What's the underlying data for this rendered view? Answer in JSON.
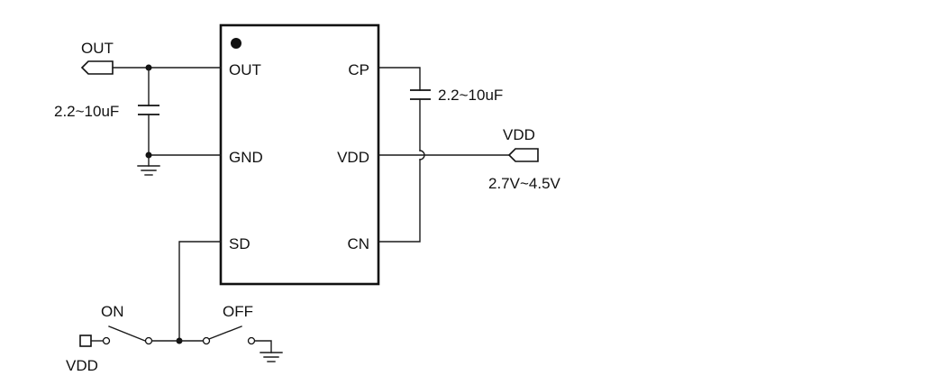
{
  "ic": {
    "pins_left": [
      "OUT",
      "GND",
      "SD"
    ],
    "pins_right": [
      "CP",
      "VDD",
      "CN"
    ]
  },
  "ports": {
    "out_label": "OUT",
    "vdd_label": "VDD",
    "vdd_range": "2.7V~4.5V",
    "switch_supply_label": "VDD"
  },
  "components": {
    "output_cap": "2.2~10uF",
    "flying_cap": "2.2~10uF"
  },
  "switch": {
    "on_label": "ON",
    "off_label": "OFF"
  },
  "colors": {
    "ink": "#111111",
    "background": "#ffffff"
  }
}
